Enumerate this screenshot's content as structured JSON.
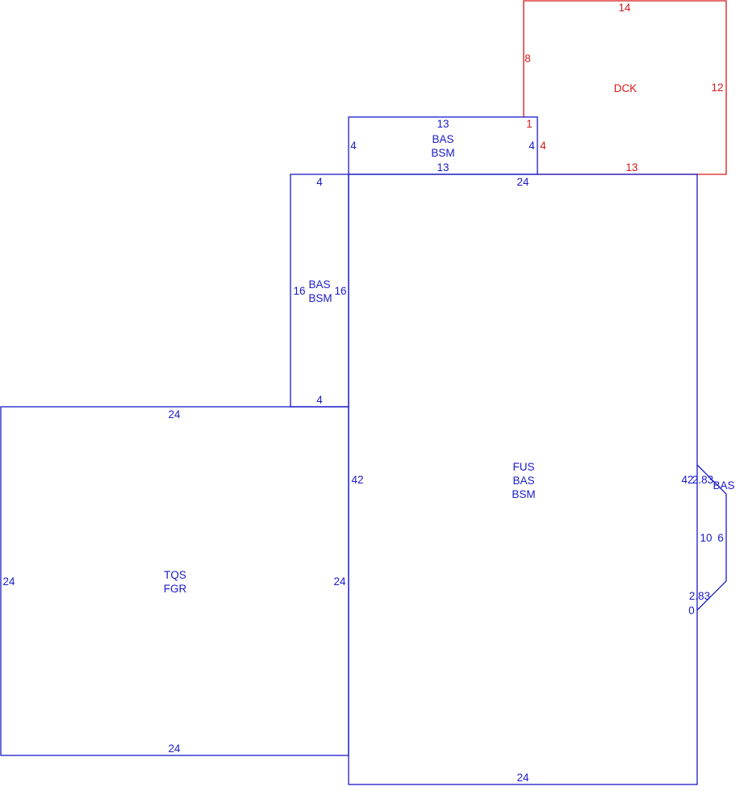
{
  "colors": {
    "structure": "#1a1ac8",
    "deck": "#d81818",
    "background": "#ffffff"
  },
  "sections": {
    "dck": {
      "codes": [
        "DCK"
      ],
      "dims": {
        "top": "14",
        "left": "8",
        "right": "12",
        "bottom": "13",
        "inner_top": "1",
        "inner_side": "4"
      }
    },
    "bas_top": {
      "codes": [
        "BAS",
        "BSM"
      ],
      "dims": {
        "top": "13",
        "bottom": "13",
        "left": "4",
        "right": "4"
      }
    },
    "bas_left": {
      "codes": [
        "BAS",
        "BSM"
      ],
      "dims": {
        "top": "4",
        "bottom": "4",
        "left": "16",
        "right": "16"
      }
    },
    "main": {
      "codes": [
        "FUS",
        "BAS",
        "BSM"
      ],
      "dims": {
        "top": "24",
        "bottom": "24",
        "left": "42",
        "right": "42"
      }
    },
    "garage": {
      "codes": [
        "TQS",
        "FGR"
      ],
      "dims": {
        "top": "24",
        "bottom": "24",
        "left": "24",
        "right": "24"
      }
    },
    "bay": {
      "codes": [
        "BAS"
      ],
      "dims": {
        "upper_angle": "2.83",
        "lower_angle": "2.83",
        "inner": "10",
        "outer": "6",
        "base": "0"
      }
    }
  }
}
